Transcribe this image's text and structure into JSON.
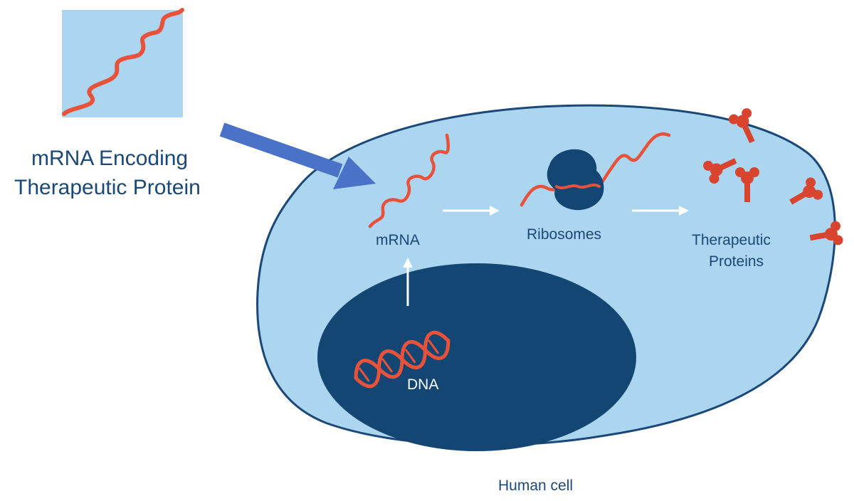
{
  "inset_label": {
    "line1": "mRNA Encoding",
    "line2": "Therapeutic Protein"
  },
  "labels": {
    "mrna": "mRNA",
    "ribosomes": "Ribosomes",
    "proteins_line1": "Therapeutic",
    "proteins_line2": "Proteins",
    "dna": "DNA",
    "cell": "Human cell"
  },
  "colors": {
    "cell_fill": "#acd5ef",
    "cell_outline": "#1a4878",
    "nucleus": "#144673",
    "mrna_strand": "#e8523a",
    "protein": "#d9442e",
    "big_arrow": "#4a72c6",
    "text_dark": "#1a4878",
    "text_light": "#ffffff"
  }
}
